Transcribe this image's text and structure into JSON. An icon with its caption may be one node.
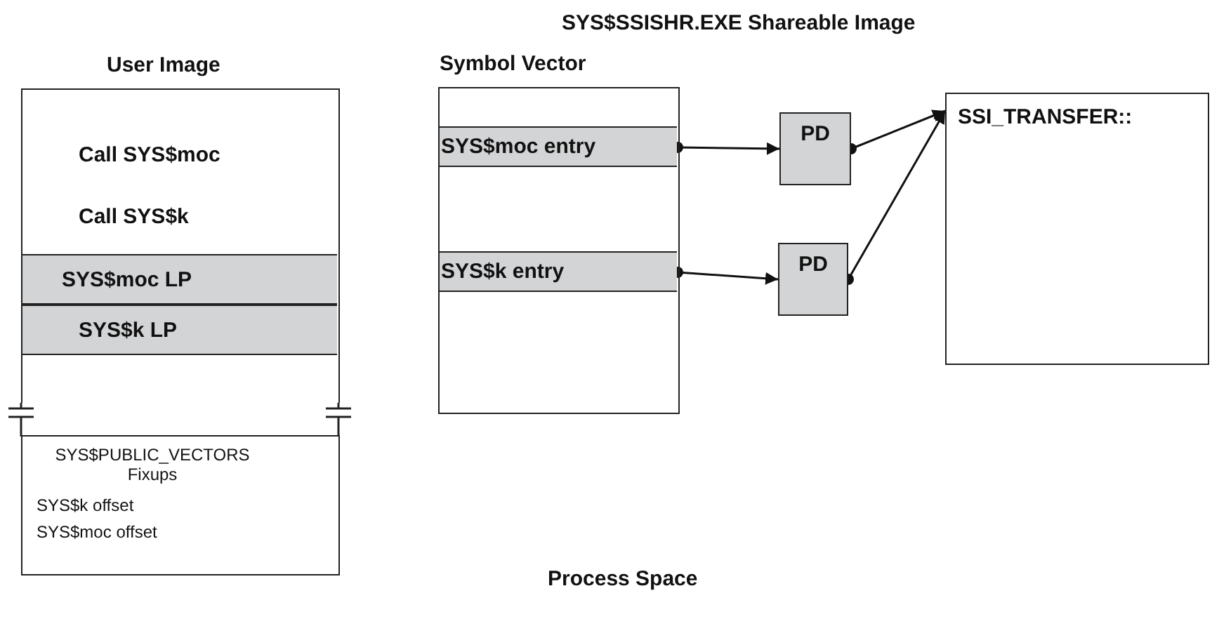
{
  "diagram": {
    "title": "SYS$SSISHR.EXE Shareable Image",
    "caption": "Process Space",
    "nodes": [
      {
        "text": [
          "User Image",
          "Call SYS$moc",
          "Call SYS$k"
        ]
      },
      {
        "text": [
          "SYS$moc LP"
        ],
        "in": 0
      },
      {
        "text": [
          "SYS$k LP"
        ],
        "in": 0
      },
      {
        "text": [
          "SYS$PUBLIC_VECTORS Fixups",
          "SYS$k offset",
          "SYS$moc offset"
        ]
      },
      {
        "text": [
          "Symbol Vector"
        ]
      },
      {
        "text": [
          "SYS$moc entry"
        ],
        "in": 4
      },
      {
        "text": [
          "SYS$k entry"
        ],
        "in": 4
      },
      {
        "text": [
          "PD"
        ]
      },
      {
        "text": [
          "PD"
        ]
      },
      {
        "text": [
          "SSI_TRANSFER::"
        ]
      }
    ],
    "edges": [
      {
        "from": 5,
        "to": 7,
        "arrow": "to"
      },
      {
        "from": 6,
        "to": 8,
        "arrow": "to"
      },
      {
        "from": 7,
        "to": 9,
        "arrow": "to"
      },
      {
        "from": 8,
        "to": 9,
        "arrow": "to"
      }
    ]
  }
}
